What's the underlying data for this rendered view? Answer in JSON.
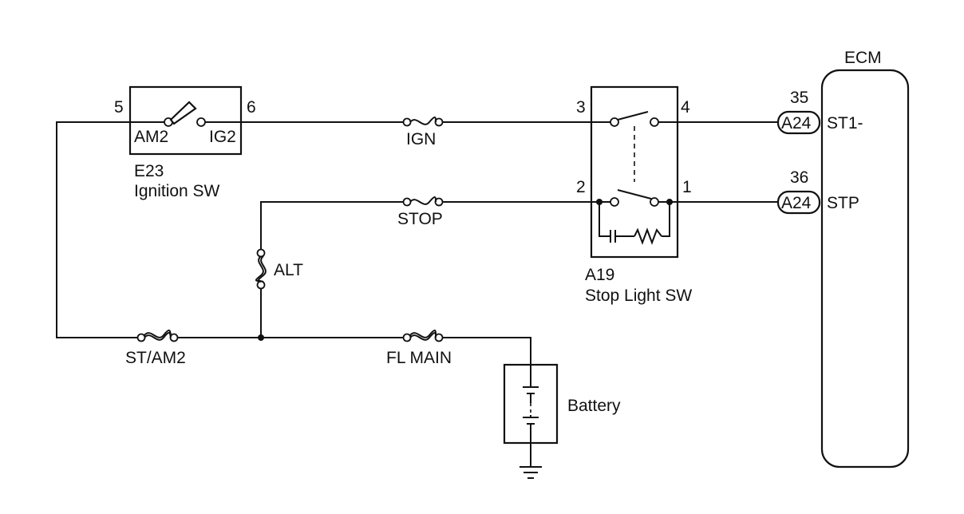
{
  "ecm": {
    "title": "ECM"
  },
  "ignition_switch": {
    "code": "E23",
    "name": "Ignition SW",
    "pin_left": "5",
    "pin_right": "6",
    "terminal_left": "AM2",
    "terminal_right": "IG2"
  },
  "stop_light_switch": {
    "code": "A19",
    "name": "Stop Light SW",
    "pin_top_left": "3",
    "pin_top_right": "4",
    "pin_bottom_left": "2",
    "pin_bottom_right": "1"
  },
  "fuses": {
    "ign": "IGN",
    "stop": "STOP",
    "alt": "ALT",
    "st_am2": "ST/AM2",
    "fl_main": "FL MAIN"
  },
  "battery": {
    "label": "Battery"
  },
  "connectors": [
    {
      "pin": "35",
      "connector": "A24",
      "signal": "ST1-"
    },
    {
      "pin": "36",
      "connector": "A24",
      "signal": "STP"
    }
  ]
}
